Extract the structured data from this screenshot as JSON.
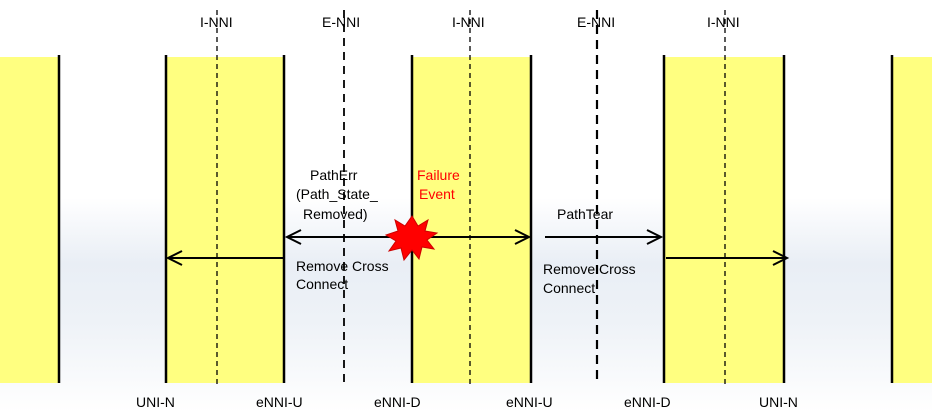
{
  "interfaces_top": [
    "I-NNI",
    "E-NNI",
    "I-NNI",
    "E-NNI",
    "I-NNI"
  ],
  "nodes_bottom": [
    "UNI-N",
    "eNNI-U",
    "eNNI-D",
    "eNNI-U",
    "eNNI-D",
    "UNI-N"
  ],
  "messages": {
    "path_err": [
      "PathErr",
      "(Path_State_",
      "Removed)"
    ],
    "failure": [
      "Failure",
      "Event"
    ],
    "path_tear": "PathTear",
    "remove_cross_left": [
      "Remove Cross",
      "Connect"
    ],
    "remove_cross_right": [
      "Remove Cross",
      "Connect"
    ]
  },
  "colors": {
    "node_fill": "#ffff80",
    "failure_text": "#ff0000",
    "failure_star": "#ff0000"
  }
}
